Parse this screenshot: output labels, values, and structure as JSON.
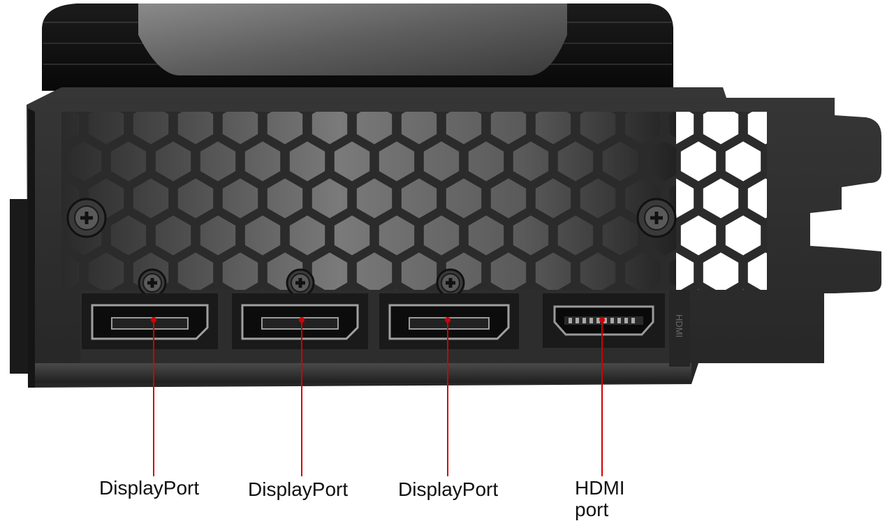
{
  "diagram": {
    "leader_color": "#d40000",
    "bracket_color": "#2b2b2b",
    "vent_style": "hexagon",
    "ports": [
      {
        "type": "displayport",
        "label": "DisplayPort"
      },
      {
        "type": "displayport",
        "label": "DisplayPort"
      },
      {
        "type": "displayport",
        "label": "DisplayPort"
      },
      {
        "type": "hdmi",
        "label": "HDMI\nport",
        "label_lines": [
          "HDMI",
          "port"
        ]
      }
    ]
  }
}
